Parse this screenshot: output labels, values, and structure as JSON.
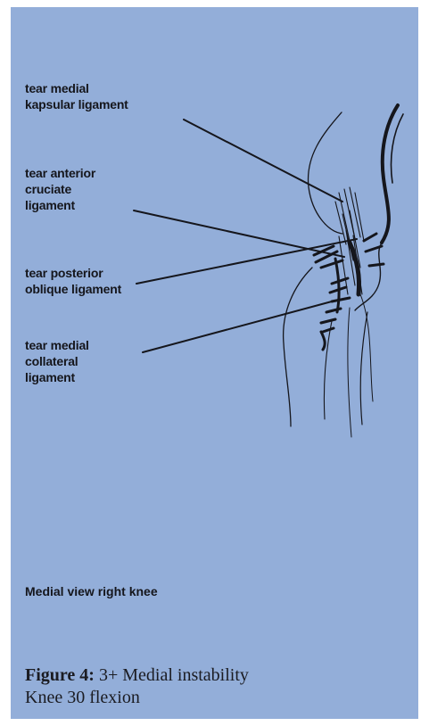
{
  "labels": {
    "kapsular": [
      "tear medial",
      "kapsular ligament"
    ],
    "anterior": [
      "tear anterior",
      "cruciate",
      "ligament"
    ],
    "posterior": [
      "tear posterior",
      "oblique ligament"
    ],
    "collateral": [
      "tear medial",
      "collateral",
      "ligament"
    ]
  },
  "view_label": "Medial view right knee",
  "caption": {
    "prefix": "Figure 4:",
    "line1_rest": " 3+ Medial instability",
    "line2": "Knee 30 flexion"
  },
  "colors": {
    "panel": "#93aed9",
    "ink": "#15161c"
  }
}
